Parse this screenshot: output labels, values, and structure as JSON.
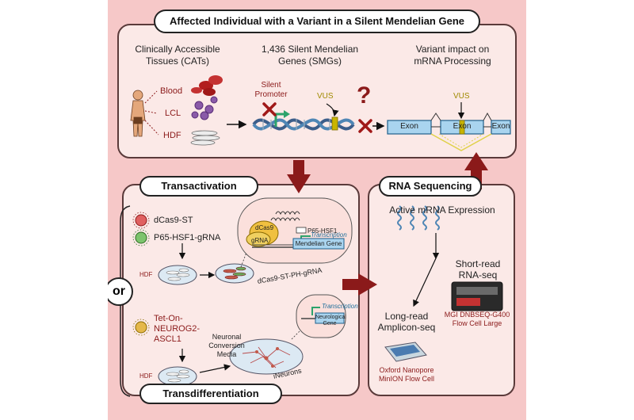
{
  "top": {
    "title": "Affected Individual with a Variant in a Silent Mendelian Gene",
    "col1": [
      "Clinically Accessible",
      "Tissues (CATs)"
    ],
    "col2": [
      "1,436 Silent Mendelian",
      "Genes (SMGs)"
    ],
    "col3": [
      "Variant impact on",
      "mRNA Processing"
    ],
    "tissues": [
      "Blood",
      "LCL",
      "HDF"
    ],
    "promoter": [
      "Silent",
      "Promoter"
    ],
    "vus": "VUS",
    "exon": "Exon",
    "question": "?"
  },
  "transactivation": {
    "title": "Transactivation",
    "virus1": "dCas9-ST",
    "virus2": "P65-HSF1-gRNA",
    "hdf": "HDF",
    "dcas9": "dCas9",
    "grna": "gRNA",
    "p65": "P65-HSF1",
    "transcription": "Transcription",
    "gene": "Mendelian Gene",
    "cells": "dCas9-ST-PH-gRNA"
  },
  "or": "or",
  "transdifferentiation": {
    "title": "Transdifferentiation",
    "virus": [
      "Tet-On-",
      "NEUROG2-",
      "ASCL1"
    ],
    "hdf": "HDF",
    "media": [
      "Neuronal",
      "Conversion",
      "Media"
    ],
    "transcription": "Transcription",
    "gene": "Neurological Gene",
    "ineurons": "iNeurons"
  },
  "rnaseq": {
    "title": "RNA Sequencing",
    "active": "Active mRNA Expression",
    "short": [
      "Short-read",
      "RNA-seq"
    ],
    "long": [
      "Long-read",
      "Amplicon-seq"
    ],
    "mgi": [
      "MGI DNBSEQ-G400",
      "Flow Cell Large"
    ],
    "ont": [
      "Oxford Nanopore",
      "MinION Flow Cell"
    ]
  },
  "colors": {
    "background": "#f6c8c8",
    "panel": "#fbe9e7",
    "arrow": "#8b1a1a",
    "exon": "#a9d4ef",
    "vus": "#c8b400"
  }
}
